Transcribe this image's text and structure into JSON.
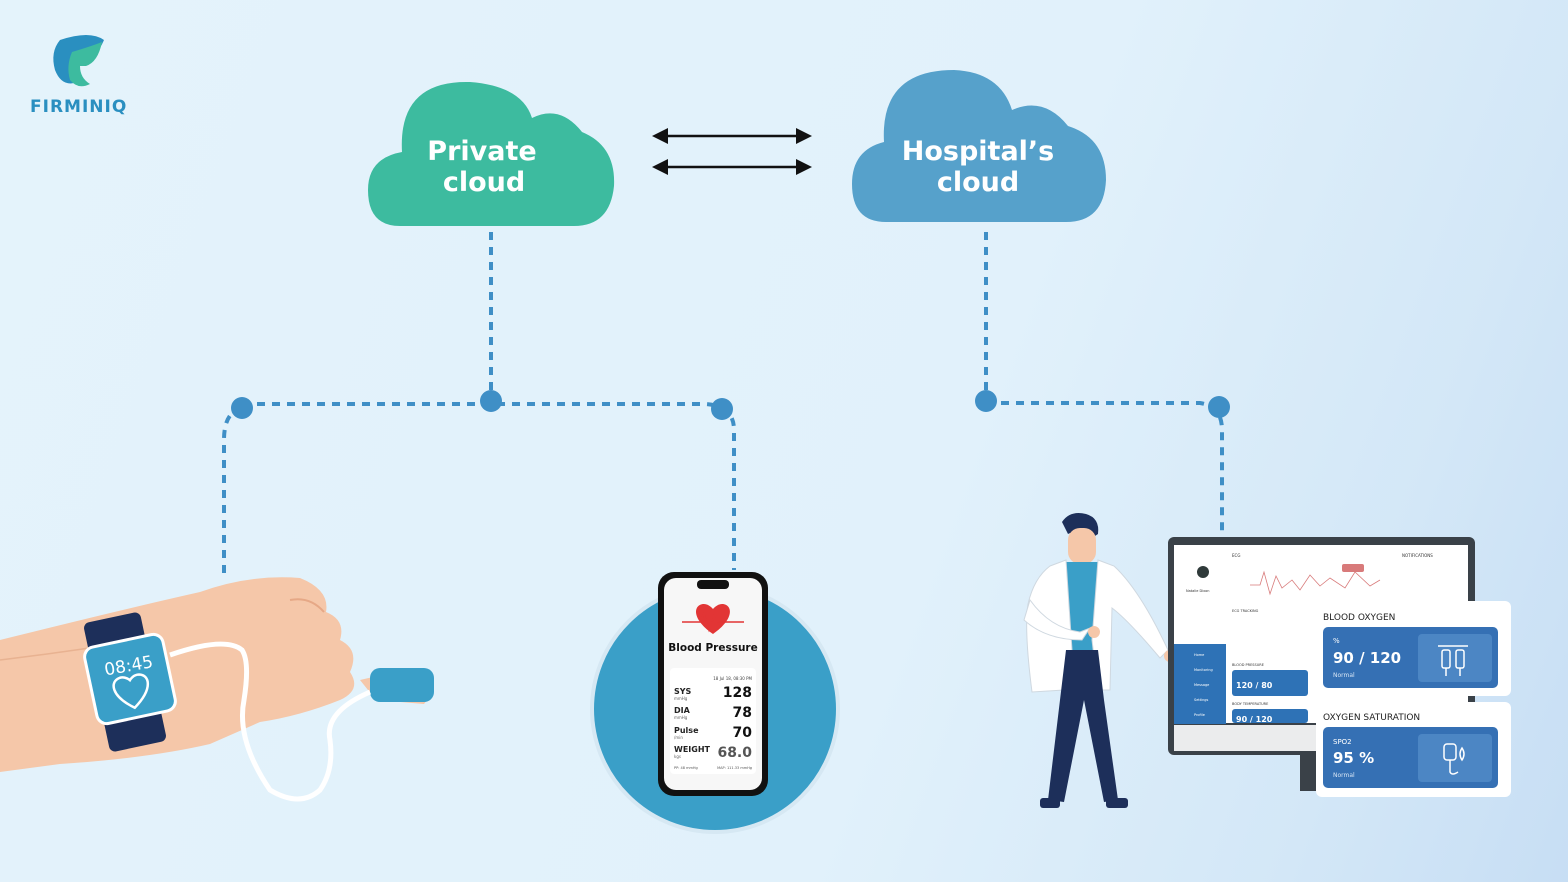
{
  "brand": {
    "name": "FIRMINIQ",
    "accent": "#2a8fc0",
    "teal": "#3aba9f"
  },
  "clouds": {
    "private": {
      "line1": "Private",
      "line2": "cloud",
      "color": "#3dbb9f"
    },
    "hospital": {
      "line1": "Hospital’s",
      "line2": "cloud",
      "color": "#56a1cb"
    }
  },
  "watch": {
    "time": "08:45"
  },
  "phone": {
    "title": "Blood Pressure",
    "date": "18 Jul 18, 08:30 PM",
    "readings": [
      {
        "label": "SYS",
        "unit": "mmHg",
        "value": "128"
      },
      {
        "label": "DIA",
        "unit": "mmHg",
        "value": "78"
      },
      {
        "label": "Pulse",
        "unit": "/min",
        "value": "70"
      },
      {
        "label": "WEIGHT",
        "unit": "kgs",
        "value": "68.0"
      }
    ],
    "footer_left": "PP: 48 mmHg",
    "footer_right": "MAP: 111.33 mmHg"
  },
  "dashboard": {
    "ecg_label": "ECG",
    "notifications_label": "NOTIFICATIONS",
    "ecg_tracking_label": "ECG TRACKING",
    "bp_label": "BLOOD PRESSURE",
    "bp_value": "120 / 80",
    "bt_label": "BODY TEMPERATURE",
    "bt_value": "90 / 120",
    "patient_name": "Natalie Dixon",
    "nav": [
      "Home",
      "Monitoring",
      "Message",
      "Settings",
      "Profile"
    ]
  },
  "cards": {
    "blood_oxygen": {
      "title": "BLOOD OXYGEN",
      "unit": "%",
      "value": "90 / 120",
      "status": "Normal"
    },
    "oxygen_saturation": {
      "title": "OXYGEN SATURATION",
      "unit": "SPO2",
      "value": "95 %",
      "status": "Normal"
    }
  },
  "icons": [
    "firminiq-logo-icon",
    "double-arrow-icon",
    "heart-icon",
    "heart-pulse-icon",
    "iv-drip-icon",
    "oximeter-icon"
  ]
}
